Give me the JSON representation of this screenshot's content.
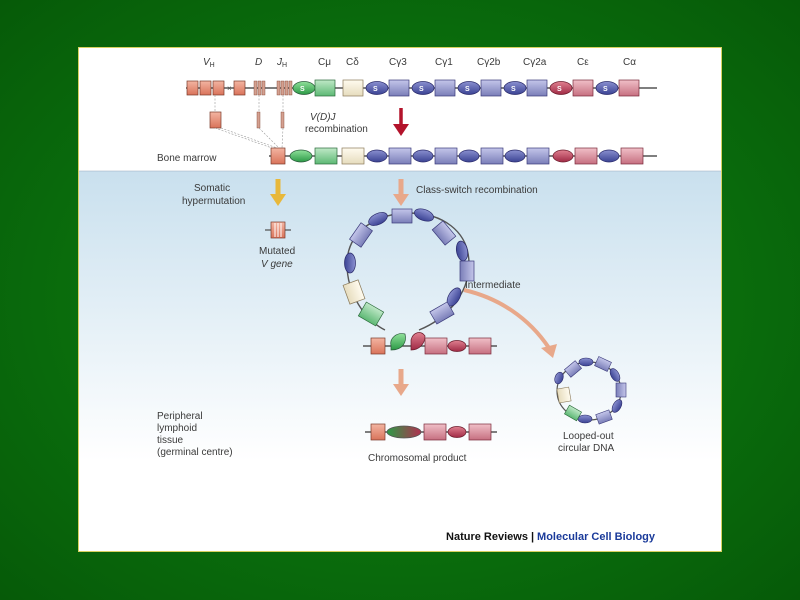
{
  "figure": {
    "gene_labels": [
      "V",
      "D",
      "J",
      "Cμ",
      "Cδ",
      "Cγ3",
      "Cγ1",
      "Cγ2b",
      "Cγ2a",
      "Cε",
      "Cα"
    ],
    "gene_subscript": "H",
    "vdj_label": "V(D)J",
    "recombination_label": "recombination",
    "bone_marrow_label": "Bone marrow",
    "somatic_label_1": "Somatic",
    "somatic_label_2": "hypermutation",
    "mutated_label_1": "Mutated",
    "mutated_label_2": "V gene",
    "csr_label": "Class-switch recombination",
    "intermediate_label": "Intermediate",
    "peripheral_label": [
      "Peripheral",
      "lymphoid",
      "tissue",
      "(germinal centre)"
    ],
    "chromosomal_label": "Chromosomal product",
    "looped_label_1": "Looped-out",
    "looped_label_2": "circular DNA"
  },
  "credit": {
    "publisher": "Nature Reviews",
    "separator": "|",
    "journal": "Molecular Cell Biology"
  },
  "colors": {
    "background_green": "#0a7a0d",
    "v_segment": "#e0846a",
    "c_mu": "#7ccf8e",
    "c_delta": "#f4ecd2",
    "c_gamma": "#8f92c8",
    "switch_region": "#5a62b0",
    "c_epsilon": "#d98a9a",
    "peripheral_bg": "#dcecf5",
    "arrow_dark_red": "#b3132b",
    "arrow_salmon": "#e8a88a",
    "arrow_yellow": "#e8b83a"
  }
}
